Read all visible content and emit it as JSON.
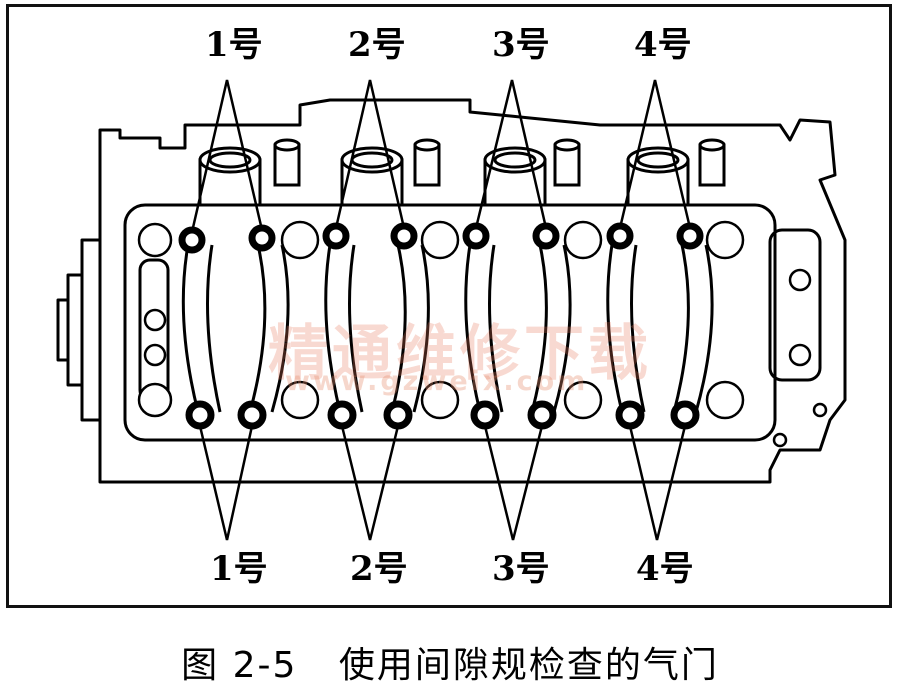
{
  "top_labels": [
    "1号",
    "2号",
    "3号",
    "4号"
  ],
  "bottom_labels": [
    "1号",
    "2号",
    "3号",
    "4号"
  ],
  "caption": {
    "figure_number": "图 2-5",
    "title": "使用间隙规检查的气门"
  },
  "watermark": {
    "text_cn": "精通维修下载",
    "url": "www.gzweix.com"
  },
  "colors": {
    "line": "#000000",
    "background": "#ffffff",
    "watermark": "#e6785a"
  }
}
